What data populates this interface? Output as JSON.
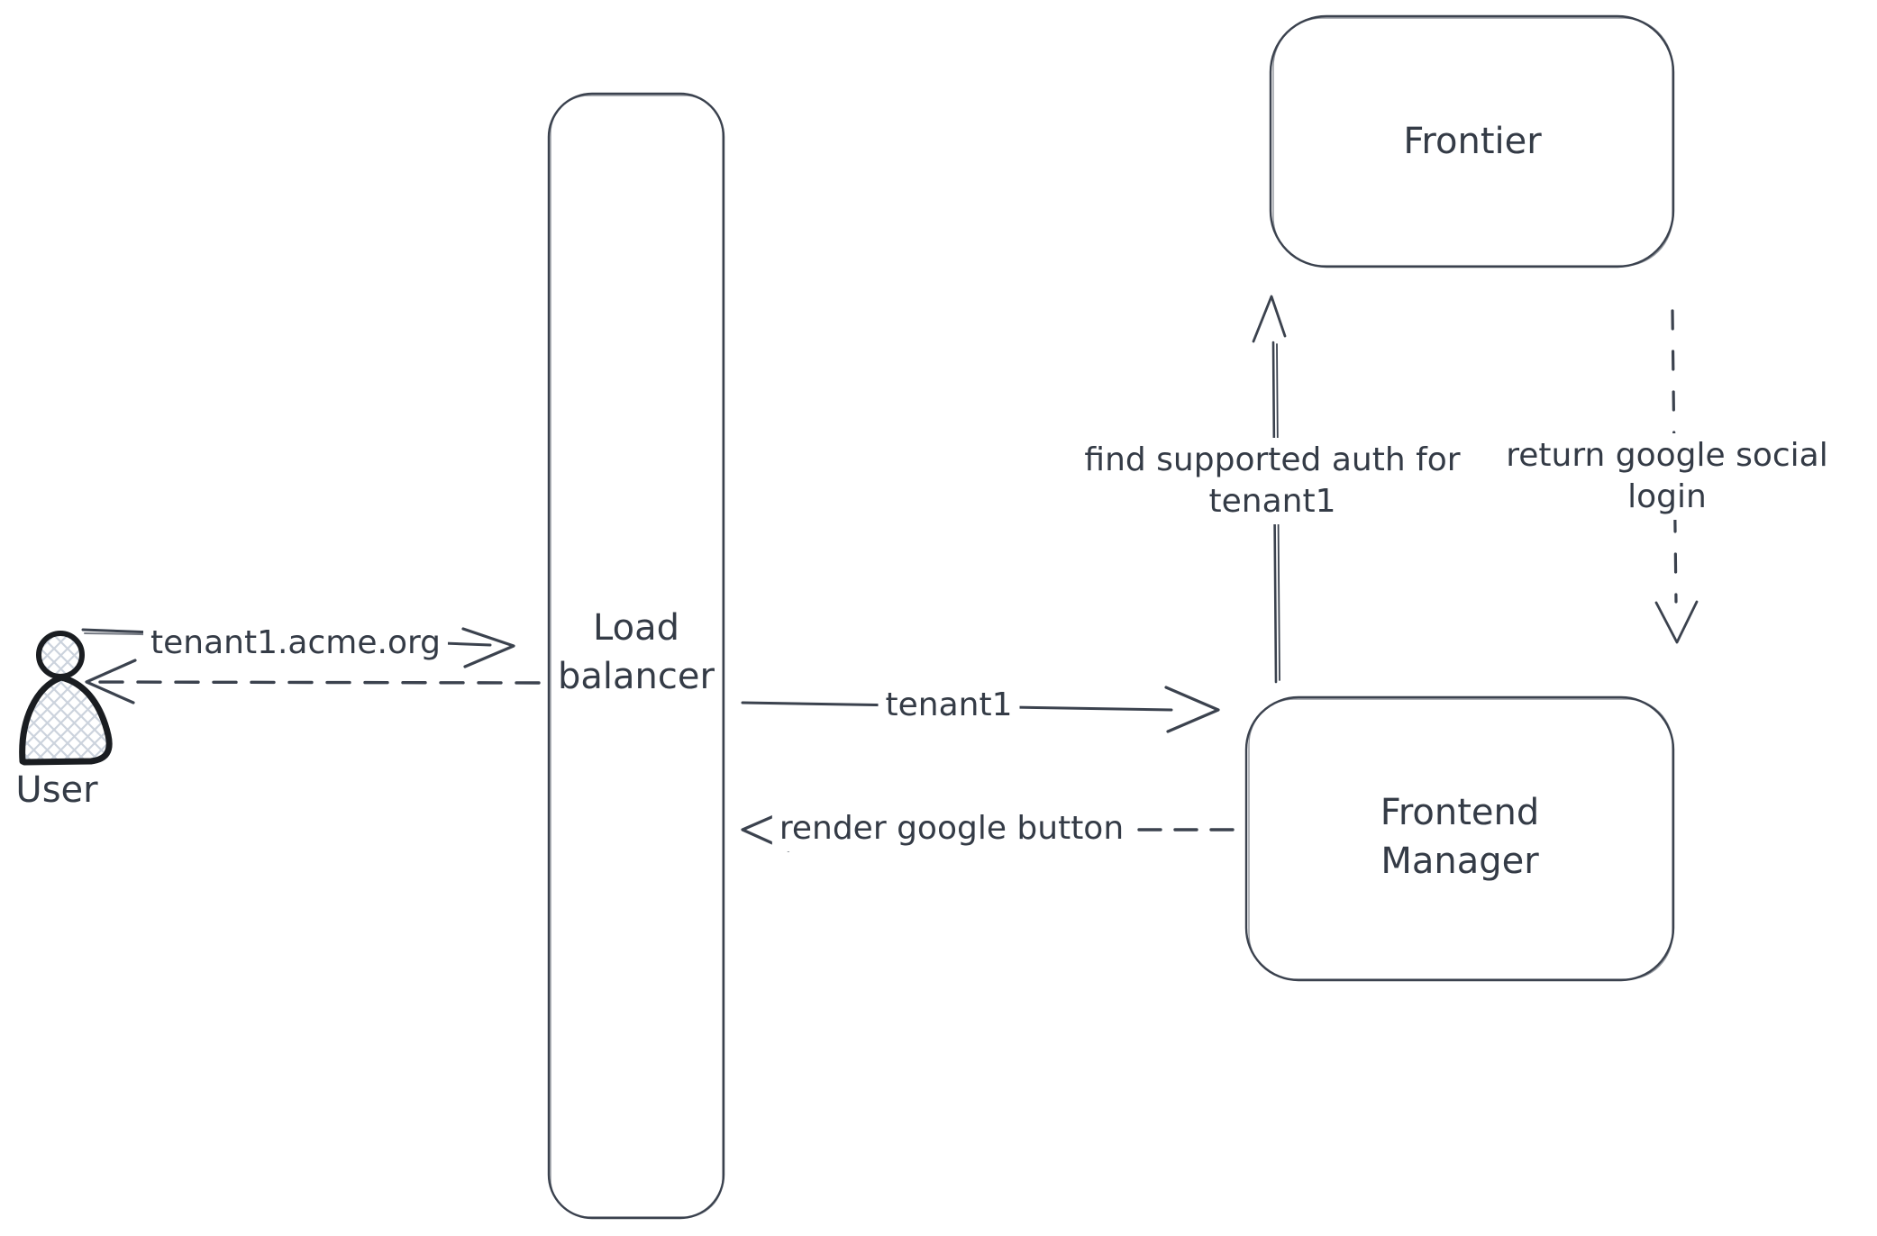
{
  "diagram": {
    "background": "#ffffff",
    "stroke_color": "#3b424e",
    "text_color": "#343b46",
    "actor": {
      "label": "User",
      "icon": "person-icon",
      "outline_color": "#1a1d21",
      "hatch_color": "#ccd3dd"
    },
    "nodes": {
      "load_balancer": {
        "label": "Load balancer"
      },
      "frontier": {
        "label": "Frontier"
      },
      "frontend_manager": {
        "label": "Frontend Manager"
      }
    },
    "edges": {
      "request_domain": {
        "label": "tenant1.acme.org",
        "from": "User",
        "to": "Load balancer",
        "line": "solid",
        "direction": "right"
      },
      "response_to_user": {
        "label": "",
        "from": "Load balancer",
        "to": "User",
        "line": "dashed",
        "direction": "left"
      },
      "forward_tenant": {
        "label": "tenant1",
        "from": "Load balancer",
        "to": "Frontend Manager",
        "line": "solid",
        "direction": "right"
      },
      "render_google_button": {
        "label": "render google button",
        "from": "Frontend Manager",
        "to": "Load balancer",
        "line": "dashed",
        "direction": "left"
      },
      "find_supported_auth": {
        "label": "find supported auth for tenant1",
        "from": "Frontend Manager",
        "to": "Frontier",
        "line": "solid",
        "direction": "up"
      },
      "return_google_social": {
        "label": "return google social login",
        "from": "Frontier",
        "to": "Frontend Manager",
        "line": "dashed",
        "direction": "down"
      }
    }
  }
}
